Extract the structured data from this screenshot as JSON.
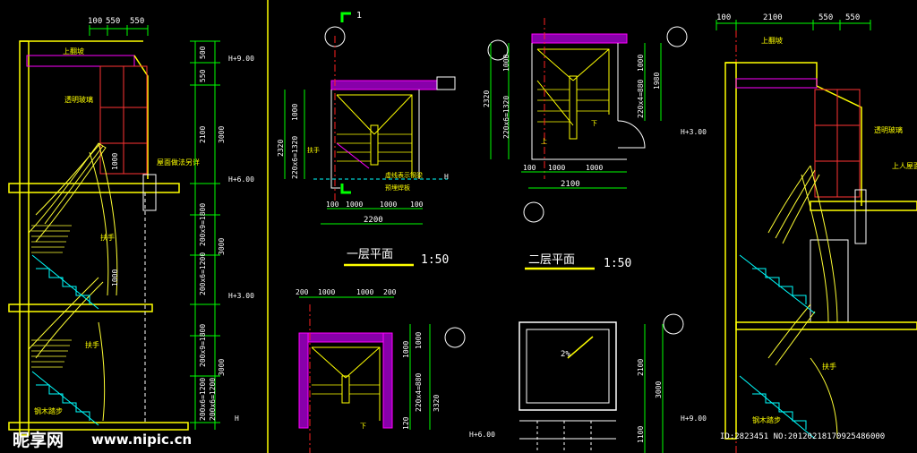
{
  "colors": {
    "background": "#000000",
    "wall": "#ffff00",
    "dimension": "#00ff00",
    "text": "#ffffff",
    "rail": "#ffff33",
    "axis": "#ff2222",
    "glass": "#ff3333",
    "hatch": "#ff00ff",
    "stair_edge": "#00ffff"
  },
  "left_section": {
    "top_dims": [
      "100",
      "550",
      "550"
    ],
    "vertical_dims": [
      "500",
      "550",
      "2100",
      "3000",
      "1000",
      "200x6=1200",
      "200x9=1800",
      "3000",
      "200x6=1200",
      "200x9=1800",
      "3000",
      "1000",
      "200x6=1200"
    ],
    "levels": [
      "H+9.00",
      "H+6.00",
      "H+3.00",
      "H"
    ],
    "labels": {
      "parapet": "上翻坡",
      "glass": "透明玻璃",
      "roof": "屋面做法另详",
      "handrail_1": "扶手",
      "handrail_2": "扶手",
      "steel_stair": "钢木踏步"
    }
  },
  "plan_one": {
    "axis_mark": "1",
    "title": "一层平面",
    "scale": "1:50",
    "vertical_dims": [
      "2320",
      "1000",
      "220x6=1320"
    ],
    "bottom_dims": [
      "100",
      "1000",
      "1000",
      "100"
    ],
    "total_dim": "2200",
    "labels": {
      "handrail": "扶手",
      "dashed_steel": "虚线表示钢梁",
      "stair_plate": "预埋焊板"
    },
    "level": "H"
  },
  "plan_two": {
    "title": "二层平面",
    "scale": "1:50",
    "vertical_dims": [
      "2320",
      "1000",
      "220x6=1320"
    ],
    "right_dims": [
      "1000",
      "220x4=880",
      "1980"
    ],
    "bottom_dims": [
      "100",
      "1000",
      "1000"
    ],
    "total_dim": "2100",
    "labels": {
      "up": "上",
      "down": "下"
    },
    "level": "H+3.00"
  },
  "plan_three": {
    "top_dims": [
      "200",
      "1000",
      "1000",
      "200"
    ],
    "right_dims": [
      "1000",
      "220x4=880",
      "1000",
      "120",
      "3320"
    ],
    "label_down": "下",
    "level": "H+6.00"
  },
  "plan_roof": {
    "slope": "2%",
    "right_dims": [
      "2100",
      "3000",
      "1100"
    ],
    "level": "H+9.00"
  },
  "right_section": {
    "top_dims": [
      "100",
      "2100",
      "550",
      "550"
    ],
    "labels": {
      "parapet": "上翻坡",
      "glass": "透明玻璃",
      "roof_access": "上人屋面",
      "handrail": "扶手",
      "steel_stair": "钢木踏步"
    }
  },
  "watermark": {
    "logo": "昵享网",
    "url": "www.nipic.cn",
    "id": "ID:2823451 NO:20120218170925486000"
  }
}
